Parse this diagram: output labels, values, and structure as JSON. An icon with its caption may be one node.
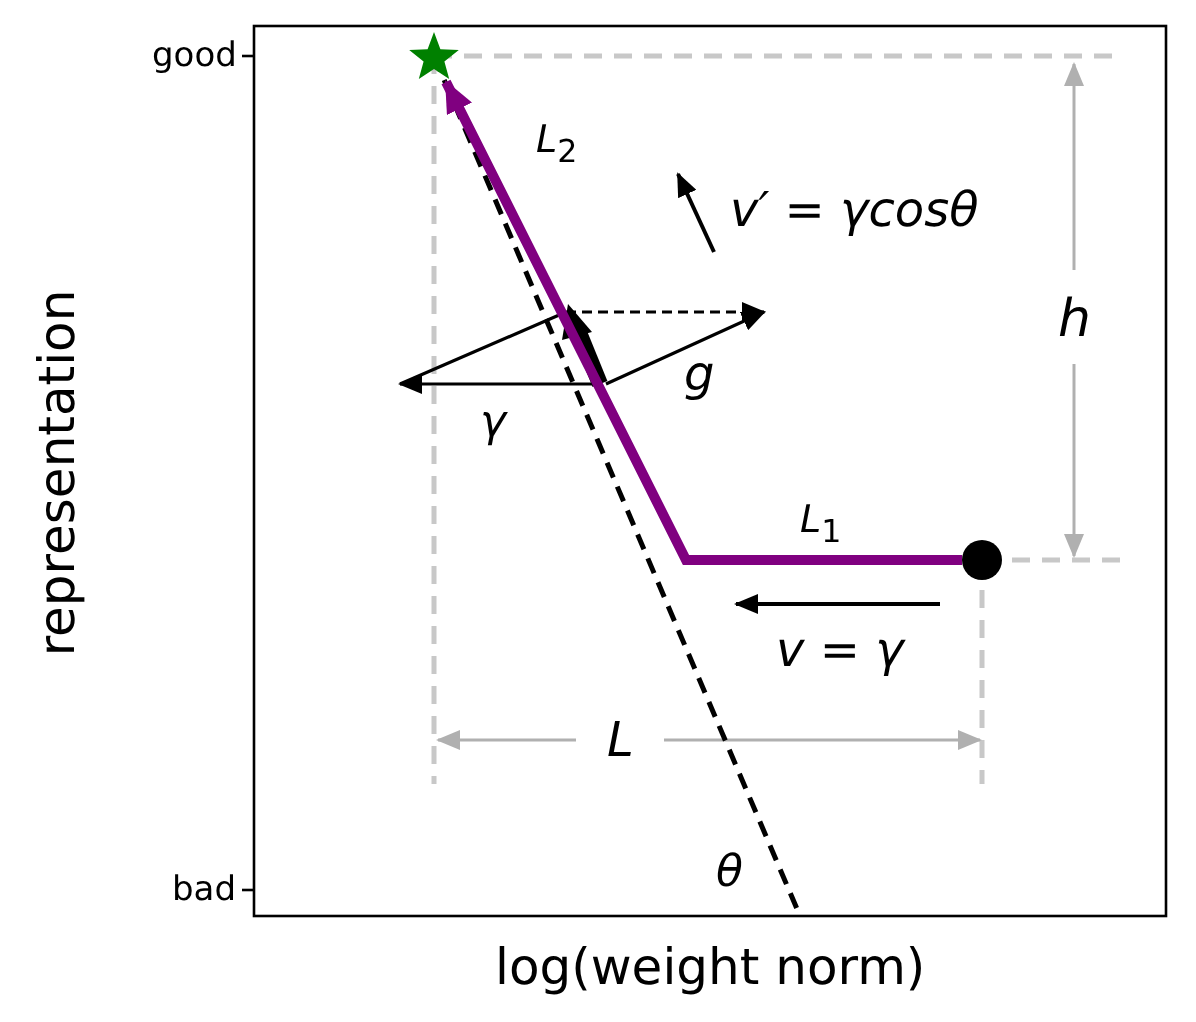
{
  "diagram": {
    "nodes": [
      {
        "text": [],
        "shape": "circle"
      },
      {
        "text": [],
        "shape": "star"
      }
    ],
    "edges": [
      {
        "from": 0,
        "to": 1,
        "arrow": "to",
        "color": "#800080"
      }
    ],
    "labels": [
      "good",
      "*L*$_{2}$",
      "v′ = γcosθ",
      "*h*",
      "*g*",
      "*γ*",
      "*L*$_{1}$",
      "*v* = *γ*",
      "*L*",
      "bad",
      "*θ*",
      "representation",
      "log(weight norm)"
    ]
  }
}
